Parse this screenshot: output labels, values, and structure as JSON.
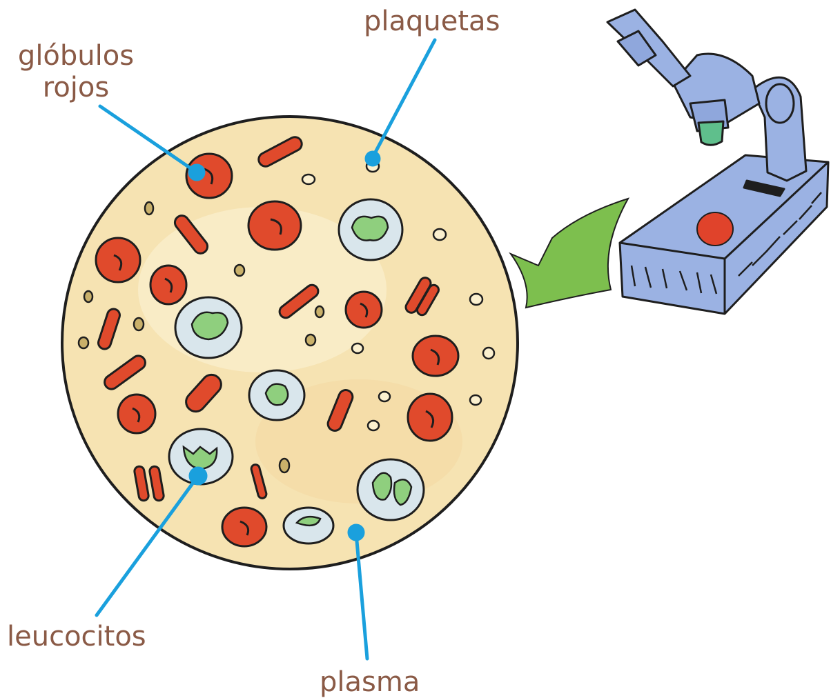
{
  "labels": {
    "red_blood_cells": [
      "glóbulos",
      "rojos"
    ],
    "platelets": "plaquetas",
    "white_blood_cells": "leucocitos",
    "plasma": "plasma"
  },
  "colors": {
    "label_text": "#8a5a46",
    "pointer_line": "#1aa0dd",
    "plasma": "#f6e3b2",
    "red_cell": "#e04a2c",
    "white_cell": "#d9e6ec",
    "nucleus": "#8fcf7e",
    "arrow": "#7dbf4e",
    "microscope": "#8fa7dc",
    "sample": "#e0432b"
  },
  "icons": [
    "microscope-icon",
    "arrow-icon",
    "blood-sample-circle"
  ]
}
